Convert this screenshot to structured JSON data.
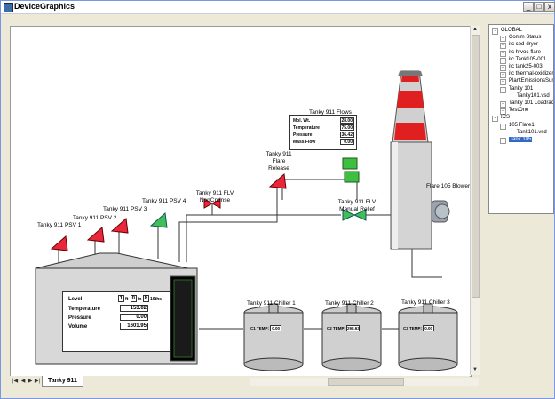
{
  "window": {
    "title": "DeviceGraphics"
  },
  "tree": {
    "items": [
      {
        "label": "GLOBAL",
        "level": 0,
        "expander": "-"
      },
      {
        "label": "Comm Status",
        "level": 1,
        "expander": "+"
      },
      {
        "label": "itc cbd-dryer",
        "level": 1,
        "expander": "+"
      },
      {
        "label": "itc hrvoc-flare",
        "level": 1,
        "expander": "+"
      },
      {
        "label": "itc Tank105-001",
        "level": 1,
        "expander": "+"
      },
      {
        "label": "itc tank25-003",
        "level": 1,
        "expander": "+"
      },
      {
        "label": "itc thermal-oxidizer",
        "level": 1,
        "expander": "+"
      },
      {
        "label": "PlantEmissionsSum",
        "level": 1,
        "expander": "+"
      },
      {
        "label": "Tanky 101",
        "level": 1,
        "expander": "-"
      },
      {
        "label": "Tanky101.vsd",
        "level": 2,
        "expander": ""
      },
      {
        "label": "Tanky 101 Loadrac",
        "level": 1,
        "expander": "+"
      },
      {
        "label": "TestOne",
        "level": 1,
        "expander": "+"
      },
      {
        "label": "ICS",
        "level": 0,
        "expander": "-"
      },
      {
        "label": "105 Flare1",
        "level": 1,
        "expander": "-"
      },
      {
        "label": "Tank101.vsd",
        "level": 2,
        "expander": ""
      },
      {
        "label": "Tank 105",
        "level": 1,
        "expander": "+",
        "selected": true
      }
    ]
  },
  "tabs": {
    "active": "Tanky 911"
  },
  "diagram": {
    "flows": {
      "title": "Tanky 911 Flows",
      "rows": [
        {
          "label": "Mol. Wt.",
          "value": "28.00"
        },
        {
          "label": "Temperature",
          "value": "75.00"
        },
        {
          "label": "Pressure",
          "value": "36.42"
        },
        {
          "label": "Mass Flow",
          "value": "0.00"
        }
      ]
    },
    "labels": {
      "flare_release": "Tanky 911 Flare\nRelease",
      "flv_noncndnse": "Tanky 911 FLV\nNonCndnse",
      "flv_manual": "Tanky 911 FLV\nManual Relief",
      "flare_blower": "Flare 105 Blower",
      "psv1": "Tanky 911 PSV 1",
      "psv2": "Tanky 911 PSV 2",
      "psv3": "Tanky 911 PSV 3",
      "psv4": "Tanky 911 PSV 4",
      "chiller1": "Tanky 911 Chiller 1",
      "chiller2": "Tanky 911 Chiller 2",
      "chiller3": "Tanky 911 Chiller 3"
    },
    "tank": {
      "level_label": "Level",
      "level_ft": "1",
      "level_ft_unit": "ft",
      "level_in": "0",
      "level_in_unit": "in",
      "level_frac": "8",
      "level_frac_unit": "16ths",
      "rows": [
        {
          "label": "Temperature",
          "value": "153.02"
        },
        {
          "label": "Pressure",
          "value": "0.00"
        },
        {
          "label": "Volume",
          "value": "1601.95"
        }
      ]
    },
    "chillers": [
      {
        "temp_label": "C1 TEMP:",
        "temp_value": "0.00"
      },
      {
        "temp_label": "C2 TEMP:",
        "temp_value": "298.63"
      },
      {
        "temp_label": "C3 TEMP:",
        "temp_value": "0.00"
      }
    ]
  },
  "colors": {
    "alarm": "#e8283a",
    "normal": "#3fbf5a",
    "stack_red": "#e02020"
  }
}
